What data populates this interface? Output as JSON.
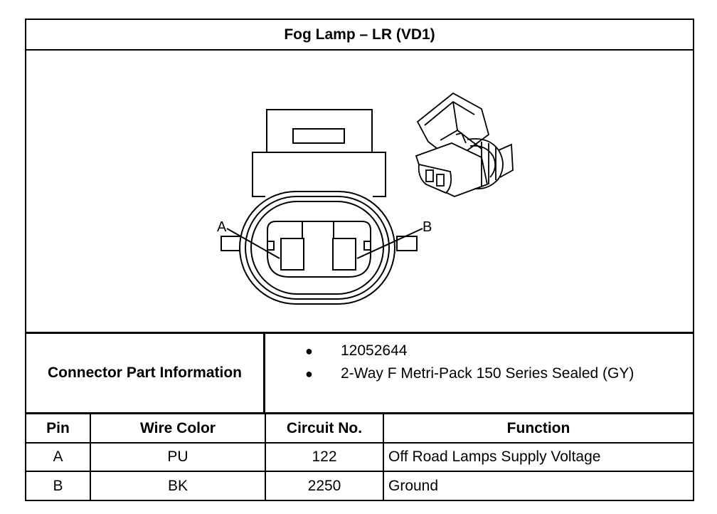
{
  "title": "Fog Lamp – LR (VD1)",
  "diagram": {
    "pin_labels": [
      "A",
      "B"
    ]
  },
  "connector_info": {
    "label": "Connector Part Information",
    "items": [
      "12052644",
      "2-Way F Metri-Pack 150 Series Sealed (GY)"
    ],
    "bullet": "●"
  },
  "pin_table": {
    "headers": [
      "Pin",
      "Wire Color",
      "Circuit No.",
      "Function"
    ],
    "rows": [
      [
        "A",
        "PU",
        "122",
        "Off Road Lamps Supply Voltage"
      ],
      [
        "B",
        "BK",
        "2250",
        "Ground"
      ]
    ]
  }
}
